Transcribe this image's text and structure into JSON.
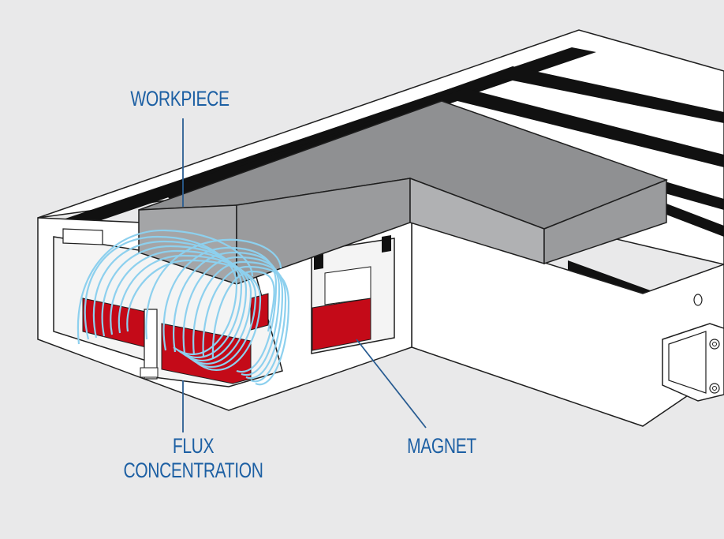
{
  "labels": {
    "workpiece": "WORKPIECE",
    "flux_line1": "FLUX",
    "flux_line2": "CONCENTRATION",
    "magnet": "MAGNET"
  },
  "colors": {
    "background": "#e9e9ea",
    "label_text": "#1c5fa3",
    "leader_line": "#2a5d92",
    "workpiece": "#9d9ea0",
    "magnet": "#c40a18",
    "flux_lines": "#8dd0ee",
    "chuck_body": "#ffffff",
    "outline": "#1e1e1e",
    "pole_strip": "#111111"
  },
  "icons": [
    "pole-strips",
    "magnet-block",
    "flux-loop",
    "connector-box",
    "bolt"
  ]
}
